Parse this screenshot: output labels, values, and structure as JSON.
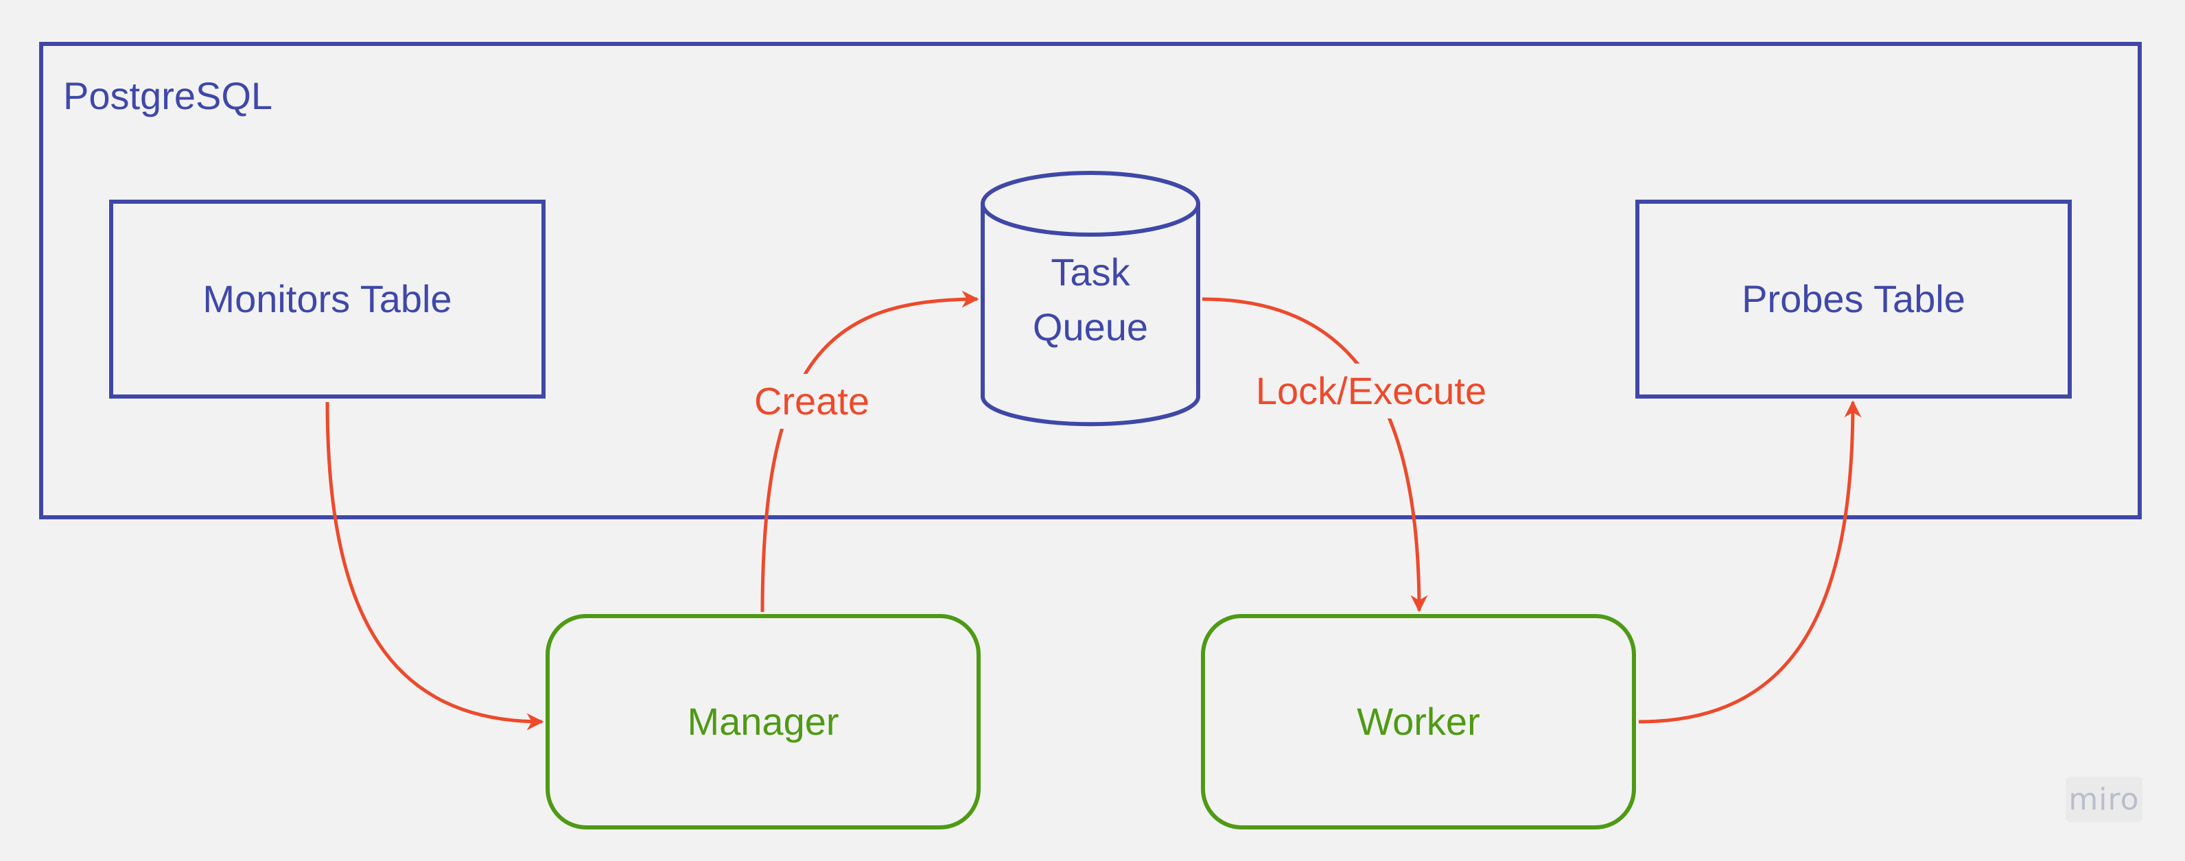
{
  "container": {
    "label": "PostgreSQL"
  },
  "nodes": {
    "monitors_table": "Monitors Table",
    "task_queue_line1": "Task",
    "task_queue_line2": "Queue",
    "probes_table": "Probes Table",
    "manager": "Manager",
    "worker": "Worker"
  },
  "edges": {
    "create": "Create",
    "lock_execute": "Lock/Execute"
  },
  "watermark": "miro",
  "colors": {
    "storage_stroke": "#3f48a8",
    "process_stroke": "#4e9a14",
    "edge_stroke": "#ec4a2c",
    "background": "#f2f2f2"
  }
}
